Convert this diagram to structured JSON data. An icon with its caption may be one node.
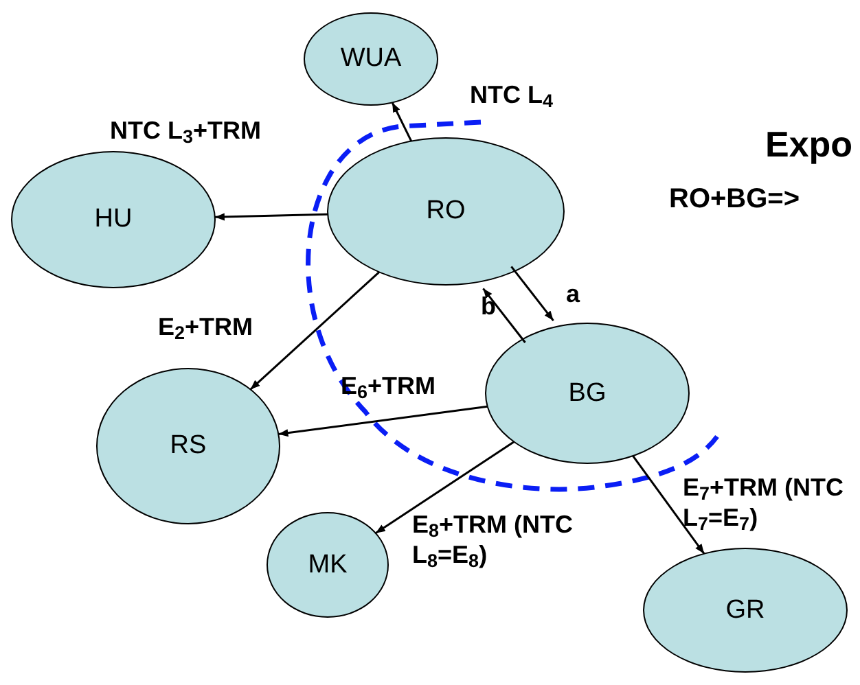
{
  "diagram": {
    "nodes": [
      {
        "text": [
          "WUA"
        ]
      },
      {
        "text": [
          "HU"
        ]
      },
      {
        "text": [
          "RO"
        ]
      },
      {
        "text": [
          "BG"
        ]
      },
      {
        "text": [
          "RS"
        ]
      },
      {
        "text": [
          "MK"
        ]
      },
      {
        "text": [
          "GR"
        ]
      }
    ],
    "edges": [
      {
        "from": 2,
        "to": 0,
        "arrow": "to",
        "label": "NTC L$_{4}$"
      },
      {
        "from": 2,
        "to": 1,
        "arrow": "to",
        "label": "NTC L$_{3}$+TRM"
      },
      {
        "from": 3,
        "to": 2,
        "arrow": "to",
        "label": "b"
      },
      {
        "from": 2,
        "to": 3,
        "arrow": "to",
        "label": "a"
      },
      {
        "from": 2,
        "to": 4,
        "arrow": "to",
        "label": "E$_{2}$+TRM"
      },
      {
        "from": 3,
        "to": 4,
        "arrow": "to",
        "label": "E$_{6}$+TRM"
      },
      {
        "from": 3,
        "to": 5,
        "arrow": "to",
        "label": "E$_{8}$+TRM (NTC L$_{8}$=E$_{8}$)"
      },
      {
        "from": 3,
        "to": 6,
        "arrow": "to",
        "label": "E$_{7}$+TRM (NTC L$_{7}$=E$_{7}$)"
      }
    ],
    "labels": [
      "Expo",
      "RO+BG=>"
    ]
  }
}
